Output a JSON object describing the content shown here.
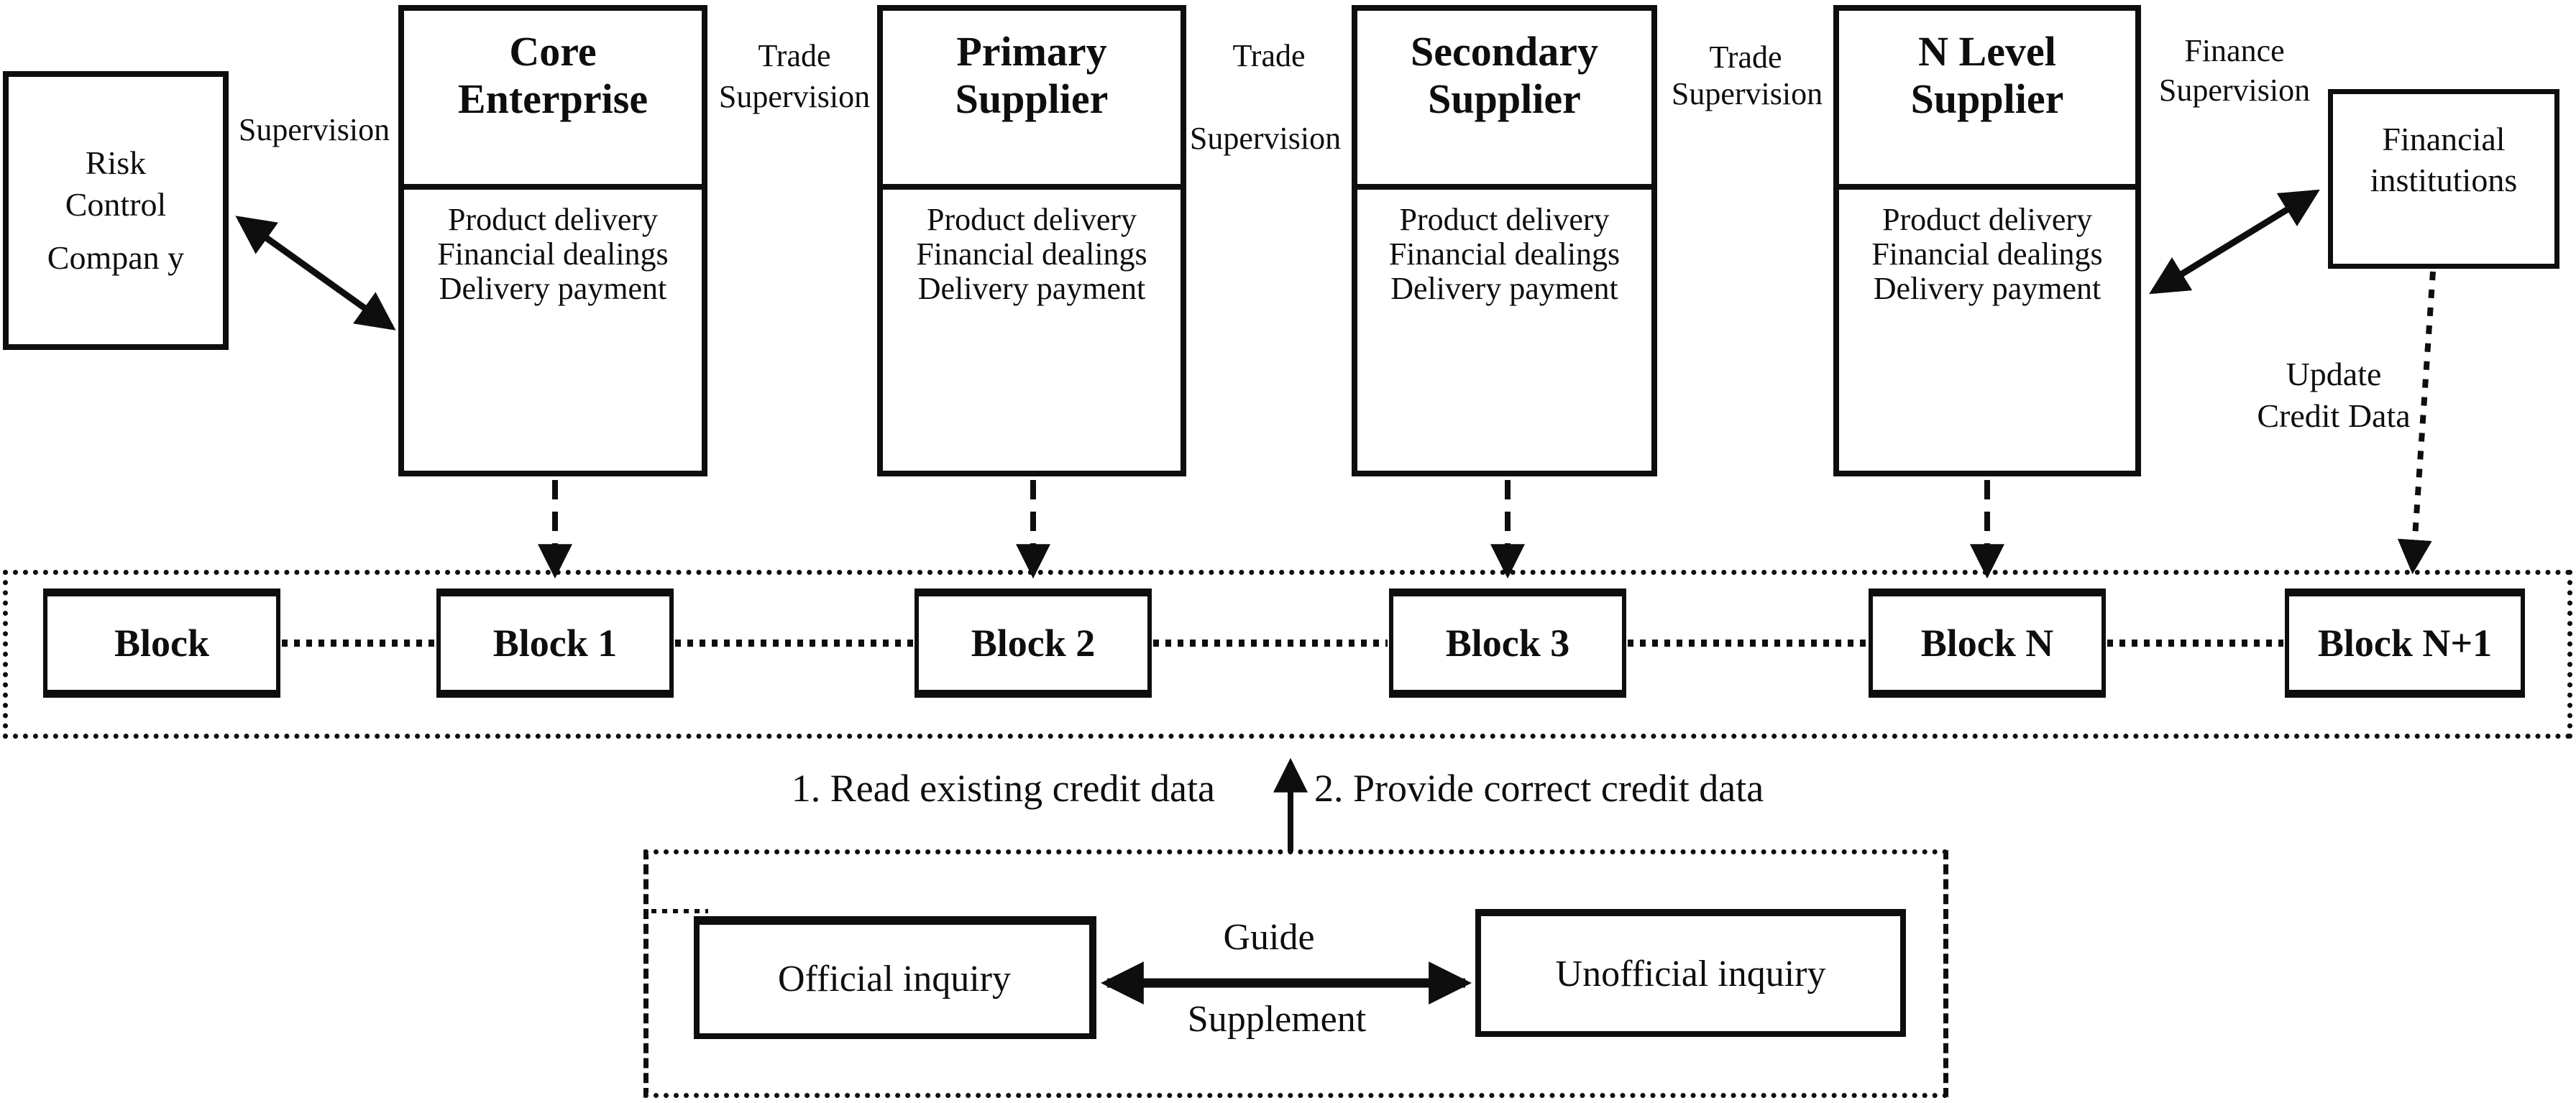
{
  "colors": {
    "ink": "#0e0e0e",
    "paper": "#ffffff"
  },
  "risk_control_box": {
    "line1": "Risk",
    "line2": "Control",
    "line3": "Compan y"
  },
  "labels": {
    "supervision": "Supervision",
    "trade_1": {
      "line1": "Trade",
      "line2": "Supervision"
    },
    "trade_2": {
      "line1": "Trade",
      "line2": "Supervision"
    },
    "trade_3": {
      "line1": "Trade",
      "line2": "Supervision"
    },
    "finance": {
      "line1": "Finance",
      "line2": "Supervision"
    },
    "update_credit": {
      "line1": "Update",
      "line2": "Credit Data"
    }
  },
  "supplier_boxes": [
    {
      "title_line1": "Core",
      "title_line2": "Enterprise",
      "detail1": "Product delivery",
      "detail2": "Financial dealings",
      "detail3": "Delivery payment"
    },
    {
      "title_line1": "Primary",
      "title_line2": "Supplier",
      "detail1": "Product delivery",
      "detail2": "Financial dealings",
      "detail3": "Delivery payment"
    },
    {
      "title_line1": "Secondary",
      "title_line2": "Supplier",
      "detail1": "Product delivery",
      "detail2": "Financial dealings",
      "detail3": "Delivery payment"
    },
    {
      "title_line1": "N Level",
      "title_line2": "Supplier",
      "detail1": "Product delivery",
      "detail2": "Financial dealings",
      "detail3": "Delivery payment"
    }
  ],
  "financial_box": {
    "line1": "Financial",
    "line2": "institutions"
  },
  "blockchain": {
    "blocks": [
      {
        "label": "Block"
      },
      {
        "label": "Block 1"
      },
      {
        "label": "Block 2"
      },
      {
        "label": "Block 3"
      },
      {
        "label": "Block N"
      },
      {
        "label": "Block N+1"
      }
    ]
  },
  "credit_actions": {
    "read": "1. Read existing credit data",
    "provide": "2. Provide correct credit data"
  },
  "inquiry_section": {
    "guide": "Guide",
    "supplement": "Supplement",
    "official_box": "Official inquiry",
    "unofficial_box": "Unofficial inquiry"
  }
}
